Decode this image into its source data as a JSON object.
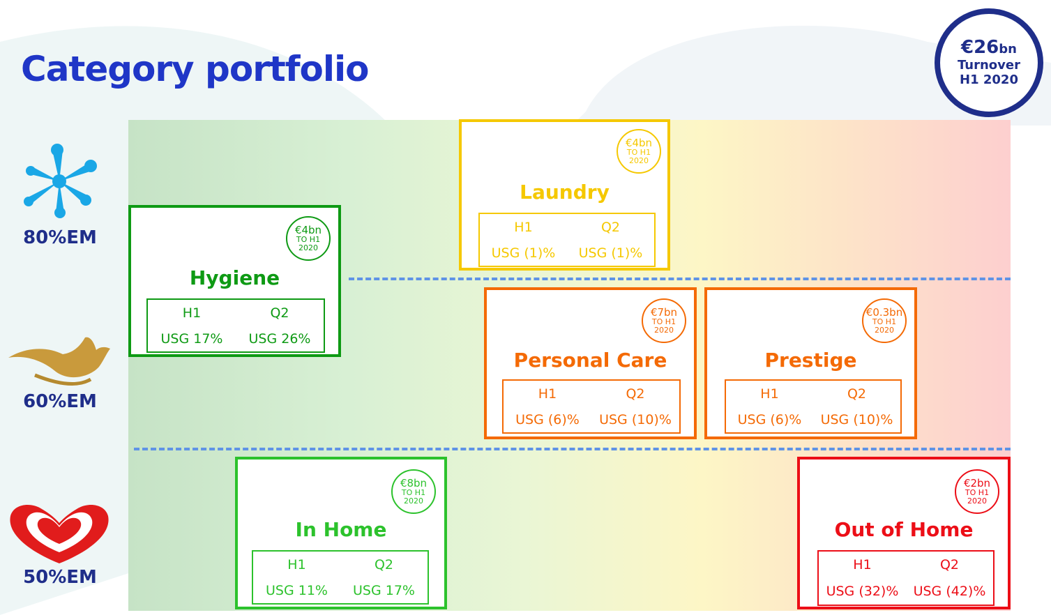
{
  "title": "Category portfolio",
  "turnover": {
    "amount": "€26",
    "unit": "bn",
    "line1": "Turnover",
    "line2": "H1 2020"
  },
  "brands": [
    {
      "icon": "splash-icon",
      "em_share": "80%EM"
    },
    {
      "icon": "dove-icon",
      "em_share": "60%EM"
    },
    {
      "icon": "heart-icon",
      "em_share": "50%EM"
    }
  ],
  "categories": [
    {
      "name": "Laundry",
      "badge_amount": "€4bn",
      "badge_line1": "TO H1",
      "badge_line2": "2020",
      "col1_head": "H1",
      "col2_head": "Q2",
      "col1_value": "USG (1)%",
      "col2_value": "USG (1)%",
      "color": "#f5c800"
    },
    {
      "name": "Hygiene",
      "badge_amount": "€4bn",
      "badge_line1": "TO H1",
      "badge_line2": "2020",
      "col1_head": "H1",
      "col2_head": "Q2",
      "col1_value": "USG 17%",
      "col2_value": "USG 26%",
      "color": "#0e9a14"
    },
    {
      "name": "Personal Care",
      "badge_amount": "€7bn",
      "badge_line1": "TO H1",
      "badge_line2": "2020",
      "col1_head": "H1",
      "col2_head": "Q2",
      "col1_value": "USG (6)%",
      "col2_value": "USG (10)%",
      "color": "#f46a05"
    },
    {
      "name": "Prestige",
      "badge_amount": "€0.3bn",
      "badge_line1": "TO H1",
      "badge_line2": "2020",
      "col1_head": "H1",
      "col2_head": "Q2",
      "col1_value": "USG (6)%",
      "col2_value": "USG (10)%",
      "color": "#f46a05"
    },
    {
      "name": "In Home",
      "badge_amount": "€8bn",
      "badge_line1": "TO H1",
      "badge_line2": "2020",
      "col1_head": "H1",
      "col2_head": "Q2",
      "col1_value": "USG 11%",
      "col2_value": "USG 17%",
      "color": "#2cc22c"
    },
    {
      "name": "Out of Home",
      "badge_amount": "€2bn",
      "badge_line1": "TO H1",
      "badge_line2": "2020",
      "col1_head": "H1",
      "col2_head": "Q2",
      "col1_value": "USG (32)%",
      "col2_value": "USG (42)%",
      "color": "#ec0e17"
    }
  ]
}
